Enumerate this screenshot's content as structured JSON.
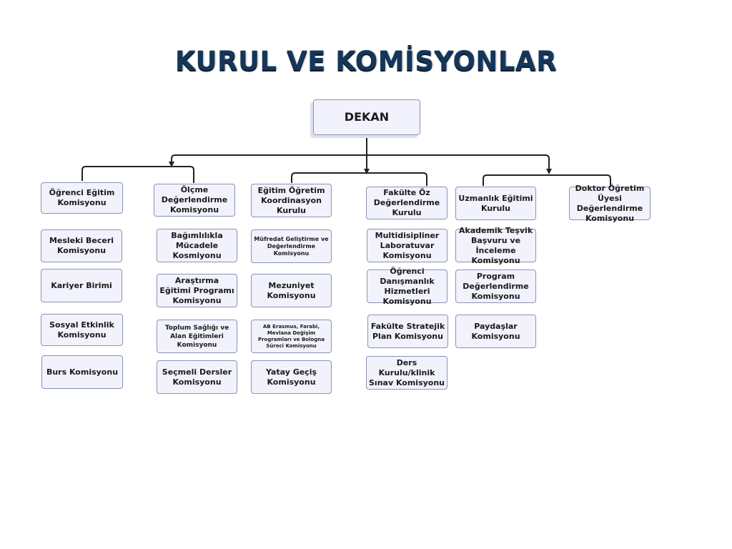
{
  "title": "KURUL VE KOMİSYONLAR",
  "colors": {
    "title": "#14365a",
    "box_fill": "#f1f2fb",
    "box_border": "#8a93b4",
    "connector": "#222222"
  },
  "dekan": "DEKAN",
  "columns": [
    {
      "head": "Öğrenci Eğitim Komisyonu",
      "items": [
        "Mesleki Beceri Komisyonu",
        "Kariyer Birimi",
        "Sosyal Etkinlik Komisyonu",
        "Burs Komisyonu"
      ]
    },
    {
      "head": "Ölçme Değerlendirme Komisyonu",
      "items": [
        "Bağımlılıkla Mücadele Kosmiyonu",
        "Araştırma Eğitimi Programı Komisyonu",
        "Toplum Sağlığı ve Alan Eğitimleri Komisyonu",
        "Seçmeli Dersler Komisyonu"
      ]
    },
    {
      "head": "Eğitim Öğretim Koordinasyon Kurulu",
      "items": [
        "Müfredat Geliştirme ve Değerlendirme Komisyonu",
        "Mezuniyet Komisyonu",
        "AB Erasmus, Farabi, Mevlana Değişim Programları ve Bologna Süreci Komisyonu",
        "Yatay Geçiş Komisyonu"
      ]
    },
    {
      "head": "Fakülte Öz Değerlendirme Kurulu",
      "items": [
        "Multidisipliner Laboratuvar Komisyonu",
        "Öğrenci Danışmanlık Hizmetleri Komisyonu",
        "Fakülte Stratejik Plan Komisyonu",
        "Ders Kurulu/klinik Sınav Komisyonu"
      ]
    },
    {
      "head": "Uzmanlık Eğitimi Kurulu",
      "items": [
        "Akademik Teşvik Başvuru ve İnceleme Komisyonu",
        "Program Değerlendirme Komisyonu",
        "Paydaşlar Komisyonu"
      ]
    },
    {
      "head": "Doktor Öğretim Üyesi Değerlendirme Komisyonu",
      "items": []
    }
  ]
}
